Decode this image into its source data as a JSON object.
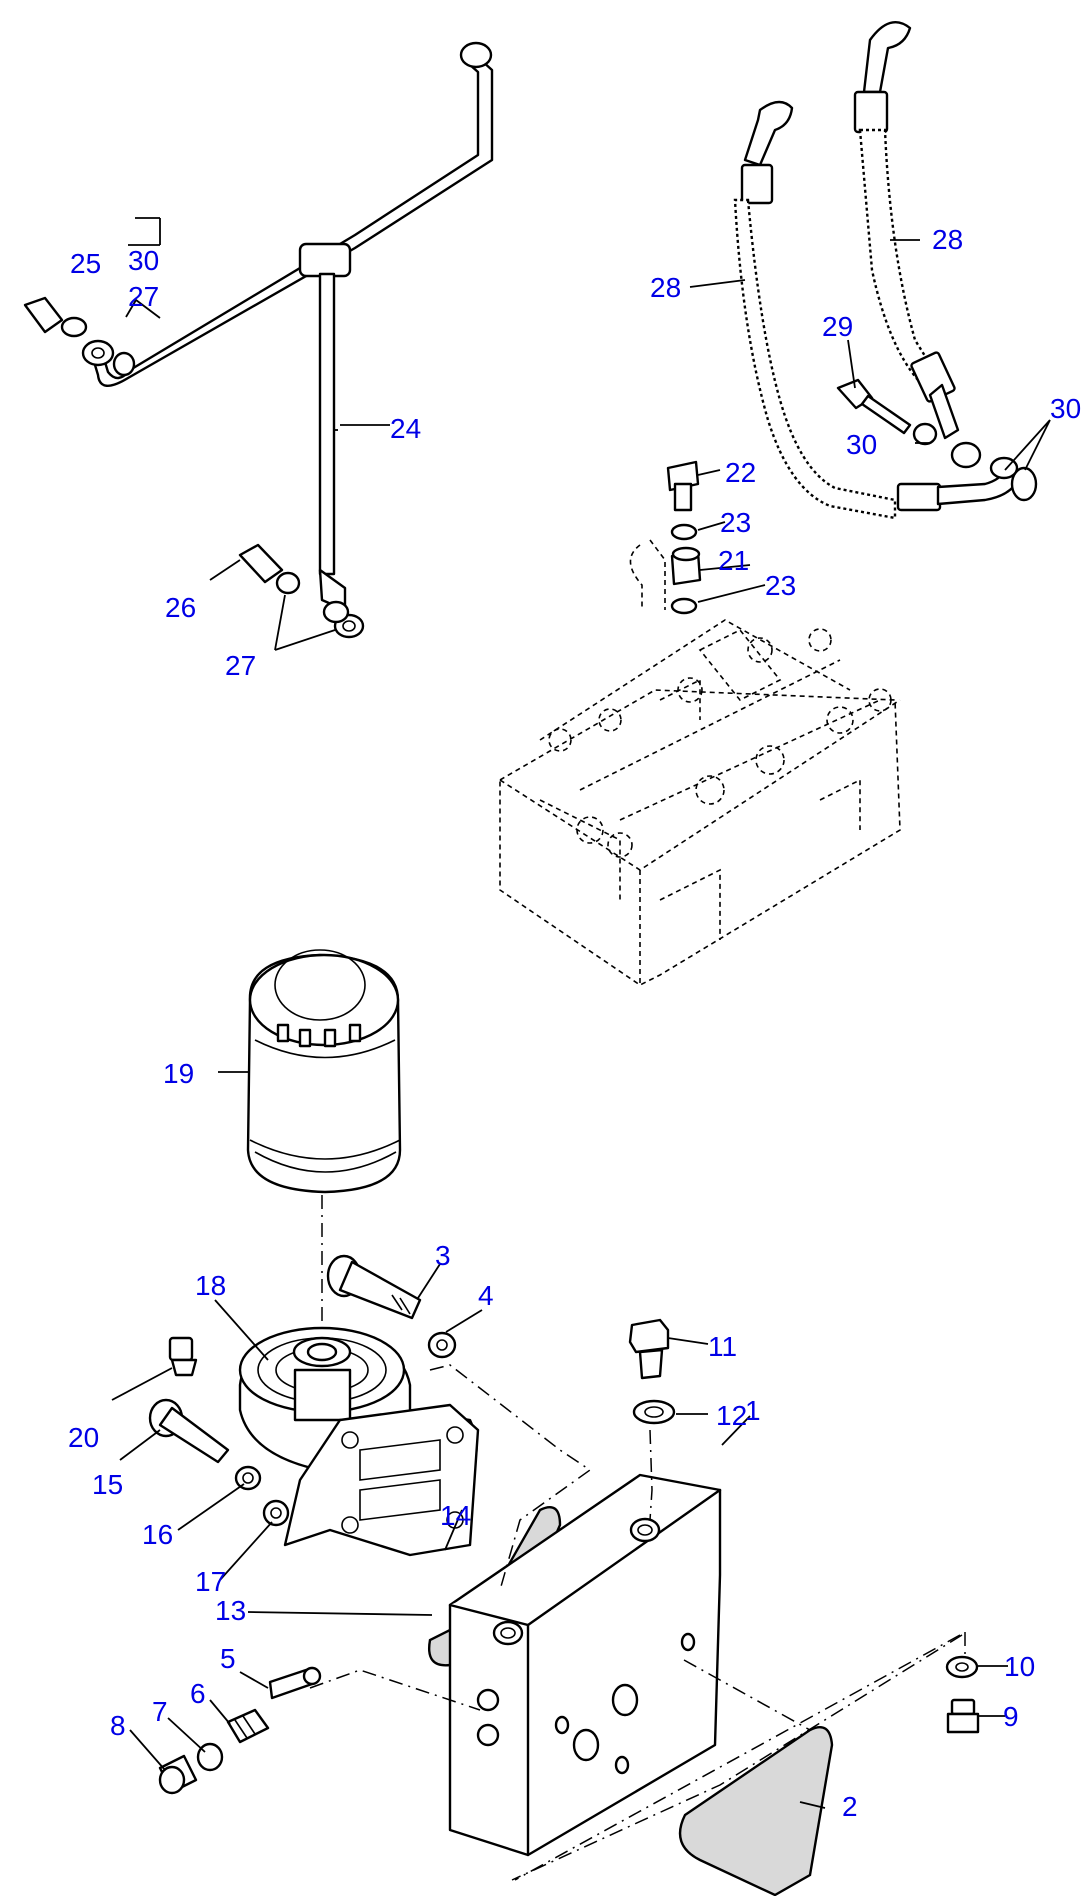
{
  "callouts": [
    {
      "id": "c1",
      "text": "1"
    },
    {
      "id": "c2",
      "text": "2"
    },
    {
      "id": "c3",
      "text": "3"
    },
    {
      "id": "c4",
      "text": "4"
    },
    {
      "id": "c5",
      "text": "5"
    },
    {
      "id": "c6",
      "text": "6"
    },
    {
      "id": "c7",
      "text": "7"
    },
    {
      "id": "c8",
      "text": "8"
    },
    {
      "id": "c9",
      "text": "9"
    },
    {
      "id": "c10",
      "text": "10"
    },
    {
      "id": "c11",
      "text": "11"
    },
    {
      "id": "c12",
      "text": "12"
    },
    {
      "id": "c13",
      "text": "13"
    },
    {
      "id": "c14",
      "text": "14"
    },
    {
      "id": "c15",
      "text": "15"
    },
    {
      "id": "c16",
      "text": "16"
    },
    {
      "id": "c17",
      "text": "17"
    },
    {
      "id": "c18",
      "text": "18"
    },
    {
      "id": "c19",
      "text": "19"
    },
    {
      "id": "c20",
      "text": "20"
    },
    {
      "id": "c21",
      "text": "21"
    },
    {
      "id": "c22",
      "text": "22"
    },
    {
      "id": "c23a",
      "text": "23"
    },
    {
      "id": "c23b",
      "text": "23"
    },
    {
      "id": "c24",
      "text": "24"
    },
    {
      "id": "c25",
      "text": "25"
    },
    {
      "id": "c26",
      "text": "26"
    },
    {
      "id": "c27a",
      "text": "27"
    },
    {
      "id": "c27b",
      "text": "27"
    },
    {
      "id": "c28a",
      "text": "28"
    },
    {
      "id": "c28b",
      "text": "28"
    },
    {
      "id": "c29",
      "text": "29"
    },
    {
      "id": "c30a",
      "text": "30"
    },
    {
      "id": "c30b",
      "text": "30"
    },
    {
      "id": "c30c",
      "text": "30"
    }
  ],
  "colors": {
    "callout": "#0000e6",
    "line": "#000000",
    "gasket_fill": "#d9d9d9"
  }
}
